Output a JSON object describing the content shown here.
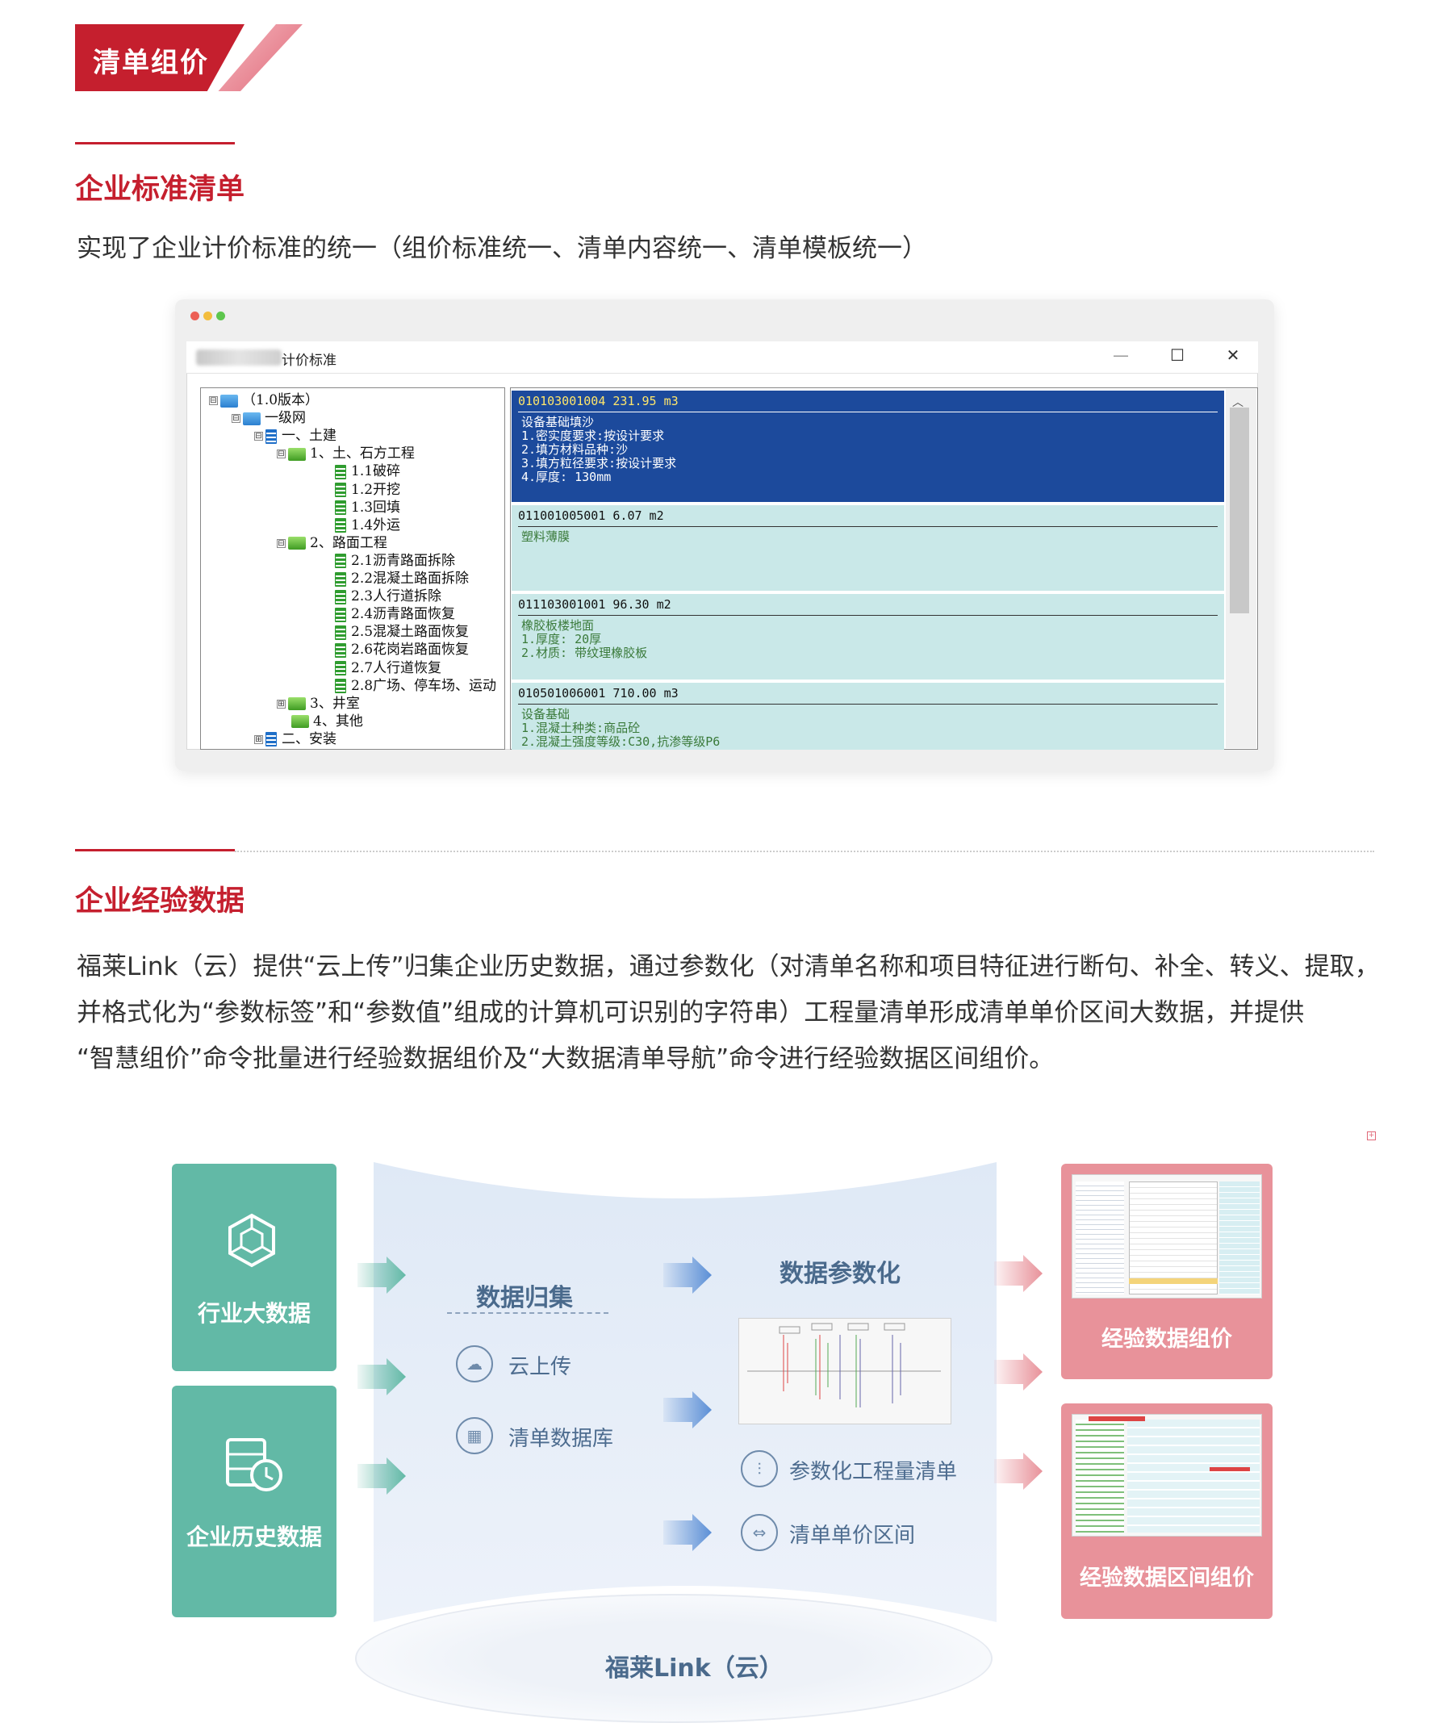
{
  "banner": {
    "title": "清单组价"
  },
  "section1": {
    "title": "企业标准清单",
    "desc": "实现了企业计价标准的统一（组价标准统一、清单内容统一、清单模板统一）"
  },
  "window": {
    "title_suffix": "计价标准",
    "controls": {
      "minimize": "—",
      "maximize": "☐",
      "close": "✕"
    },
    "tree": [
      {
        "label": "（1.0版本）",
        "box": "⊟"
      },
      {
        "label": "一级网",
        "box": "⊟"
      },
      {
        "label": "一、土建",
        "box": "⊟"
      },
      {
        "label": "1、土、石方工程",
        "box": "⊟"
      },
      {
        "label": "1.1破碎"
      },
      {
        "label": "1.2开挖"
      },
      {
        "label": "1.3回填"
      },
      {
        "label": "1.4外运"
      },
      {
        "label": "2、路面工程",
        "box": "⊟"
      },
      {
        "label": "2.1沥青路面拆除"
      },
      {
        "label": "2.2混凝土路面拆除"
      },
      {
        "label": "2.3人行道拆除"
      },
      {
        "label": "2.4沥青路面恢复"
      },
      {
        "label": "2.5混凝土路面恢复"
      },
      {
        "label": "2.6花岗岩路面恢复"
      },
      {
        "label": "2.7人行道恢复"
      },
      {
        "label": "2.8广场、停车场、运动"
      },
      {
        "label": "3、井室",
        "box": "⊞"
      },
      {
        "label": "4、其他"
      },
      {
        "label": "二、安装",
        "box": "⊞"
      }
    ],
    "cards": [
      {
        "head": "010103001004  231.95  m3",
        "body": "设备基础填沙\n1.密实度要求:按设计要求\n2.填方材料品种:沙\n3.填方粒径要求:按设计要求\n4.厚度: 130mm",
        "selected": true
      },
      {
        "head": "011001005001  6.07  m2",
        "body": "塑料薄膜",
        "selected": false
      },
      {
        "head": "011103001001  96.30  m2",
        "body": "橡胶板楼地面\n1.厚度: 20厚\n2.材质: 带纹理橡胶板",
        "selected": false
      },
      {
        "head": "010501006001  710.00  m3",
        "body": "设备基础\n1.混凝土种类:商品砼\n2.混凝土强度等级:C30,抗渗等级P6",
        "selected": false
      }
    ]
  },
  "section2": {
    "title": "企业经验数据",
    "desc": [
      "福莱Link（云）提供“云上传”归集企业历史数据，通过参数化（对清单名称和项目特征进行断句、补全、转义、提取，",
      "并格式化为“参数标签”和“参数值”组成的计算机可识别的字符串）工程量清单形成清单单价区间大数据，并提供",
      "“智慧组价”命令批量进行经验数据组价及“大数据清单导航”命令进行经验数据区间组价。"
    ]
  },
  "diagram": {
    "left_cards": [
      "行业大数据",
      "企业历史数据"
    ],
    "collect": {
      "title": "数据归集",
      "items": [
        "云上传",
        "清单数据库"
      ]
    },
    "param": {
      "title": "数据参数化",
      "items": [
        "参数化工程量清单",
        "清单单价区间"
      ]
    },
    "right_cards": [
      "经验数据组价",
      "经验数据区间组价"
    ],
    "footer": "福莱Link（云）",
    "colors": {
      "green": "#62b9a6",
      "pink": "#e8929a",
      "blue_arrow": "#5b8fd6",
      "red": "#c51f2e"
    }
  }
}
